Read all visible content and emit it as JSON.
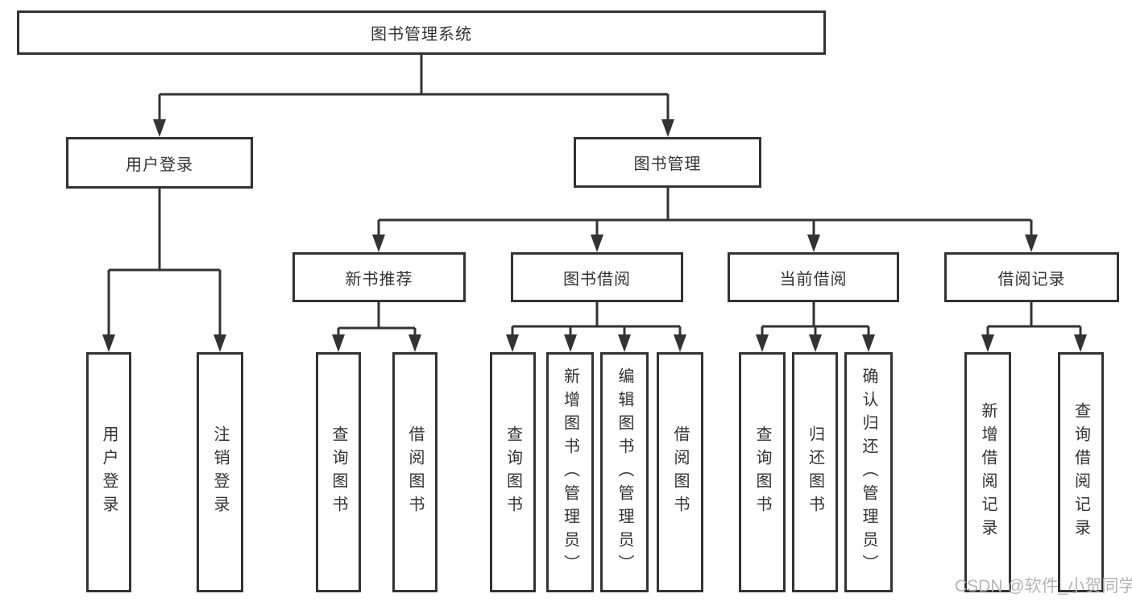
{
  "diagram": {
    "root": {
      "label": "图书管理系统"
    },
    "login": {
      "label": "用户登录",
      "children": [
        {
          "label": "用户登录"
        },
        {
          "label": "注销登录"
        }
      ]
    },
    "management": {
      "label": "图书管理",
      "sections": [
        {
          "label": "新书推荐",
          "children": [
            {
              "label": "查询图书"
            },
            {
              "label": "借阅图书"
            }
          ]
        },
        {
          "label": "图书借阅",
          "children": [
            {
              "label": "查询图书"
            },
            {
              "label": "新增图书（管理员）"
            },
            {
              "label": "编辑图书（管理员）"
            },
            {
              "label": "借阅图书"
            }
          ]
        },
        {
          "label": "当前借阅",
          "children": [
            {
              "label": "查询图书"
            },
            {
              "label": "归还图书"
            },
            {
              "label": "确认归还（管理员）"
            }
          ]
        },
        {
          "label": "借阅记录",
          "children": [
            {
              "label": "新增借阅记录"
            },
            {
              "label": "查询借阅记录"
            }
          ]
        }
      ]
    },
    "colors": {
      "line": "#333333",
      "text": "#333333",
      "background": "#ffffff",
      "watermark": "#b5b5b5"
    }
  },
  "watermark": {
    "text": "CSDN @软件_小贺同学"
  }
}
